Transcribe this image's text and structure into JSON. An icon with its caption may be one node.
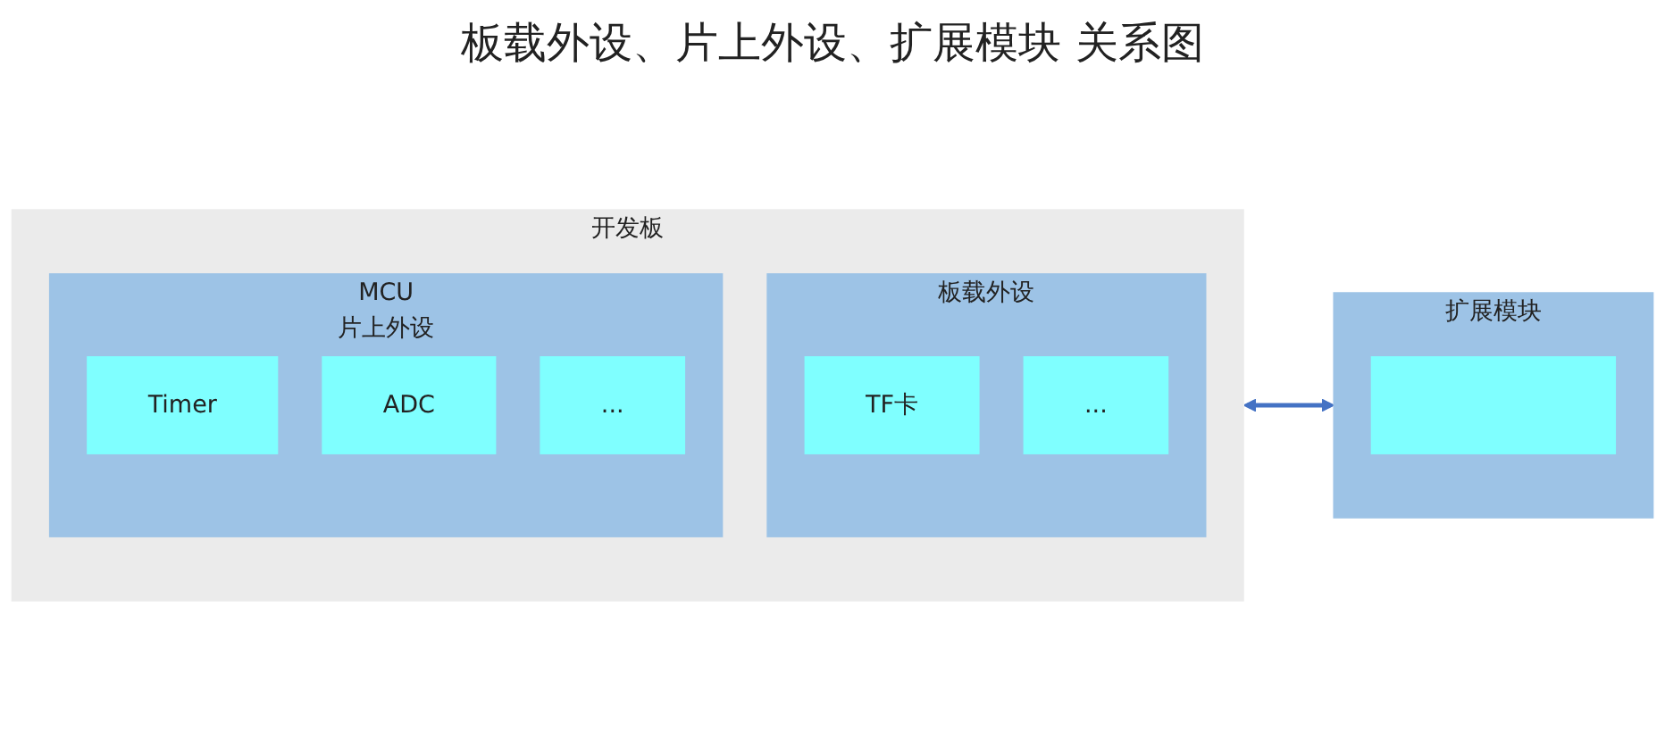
{
  "diagram": {
    "title": "板载外设、片上外设、扩展模块 关系图",
    "nodes": [
      {
        "text": [
          "开发板"
        ]
      },
      {
        "text": [
          "MCU",
          "片上外设"
        ],
        "in": 0
      },
      {
        "text": [
          "Timer"
        ],
        "in": 1
      },
      {
        "text": [
          "ADC"
        ],
        "in": 1
      },
      {
        "text": [
          "..."
        ],
        "in": 1
      },
      {
        "text": [
          "板载外设"
        ],
        "in": 0
      },
      {
        "text": [
          "TF卡"
        ],
        "in": 5
      },
      {
        "text": [
          "..."
        ],
        "in": 5
      },
      {
        "text": [
          "扩展模块"
        ]
      },
      {
        "text": [],
        "shape": "box",
        "in": 8
      }
    ],
    "edges": [
      {
        "from": 0,
        "to": 8,
        "arrow": "both",
        "color": "#4472c4"
      }
    ]
  }
}
